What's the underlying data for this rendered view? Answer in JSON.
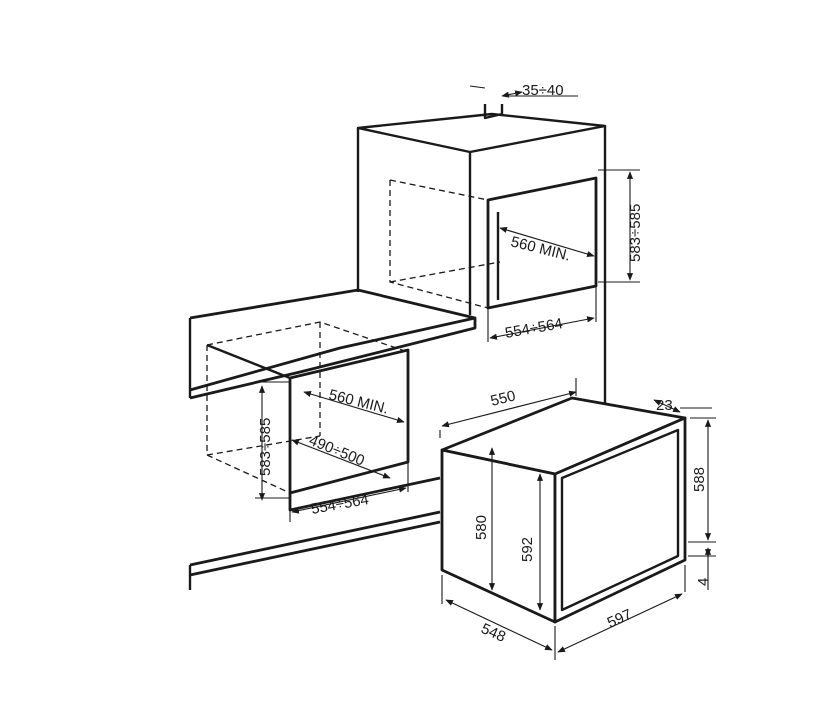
{
  "dimensions": {
    "top_niche_gap": "35÷40",
    "top_niche_height": "583÷585",
    "top_niche_depth": "560 MIN.",
    "top_niche_width": "554÷564",
    "under_niche_height": "583÷585",
    "under_niche_depth_min": "560 MIN.",
    "under_niche_depth_range": "490÷500",
    "under_niche_width": "554÷564",
    "oven_depth_top": "550",
    "oven_front_offset": "23",
    "oven_body_height": "580",
    "oven_front_height": "592",
    "oven_door_height": "588",
    "oven_bottom_offset": "4",
    "oven_depth_bottom": "548",
    "oven_width": "597"
  }
}
